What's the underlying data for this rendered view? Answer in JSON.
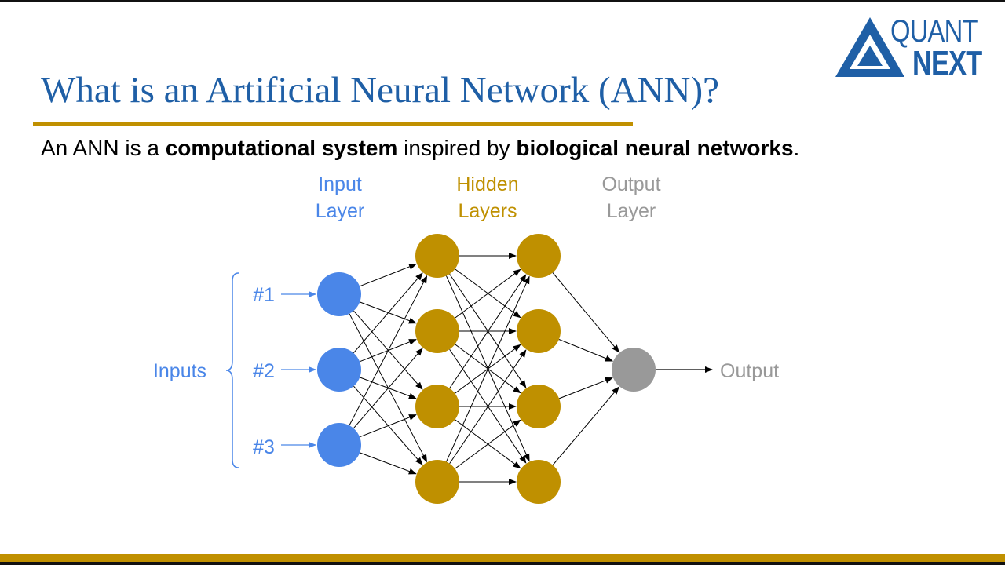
{
  "slide": {
    "title": "What is an Artificial Neural Network (ANN)?",
    "subtitle": {
      "part1": "An ANN is a ",
      "bold1": "computational system",
      "part2": " inspired by ",
      "bold2": "biological neural networks",
      "part3": "."
    }
  },
  "logo": {
    "line1": "QUANT",
    "line2": "NEXT"
  },
  "diagram": {
    "layer_labels": {
      "input": [
        "Input",
        "Layer"
      ],
      "hidden": [
        "Hidden",
        "Layers"
      ],
      "output": [
        "Output",
        "Layer"
      ]
    },
    "inputs_label": "Inputs",
    "input_tags": [
      "#1",
      "#2",
      "#3"
    ],
    "output_label": "Output",
    "layers": [
      {
        "name": "input",
        "count": 3,
        "color": "#4a86e8"
      },
      {
        "name": "hidden-1",
        "count": 4,
        "color": "#bf9000"
      },
      {
        "name": "hidden-2",
        "count": 4,
        "color": "#bf9000"
      },
      {
        "name": "output",
        "count": 1,
        "color": "#999999"
      }
    ],
    "colors": {
      "input": "#4a86e8",
      "hidden": "#bf9000",
      "output": "#999999",
      "input_text": "#4a86e8",
      "hidden_text": "#bf9000",
      "output_text": "#999999",
      "title": "#1f5fa6",
      "accent_rule": "#c09000"
    }
  }
}
